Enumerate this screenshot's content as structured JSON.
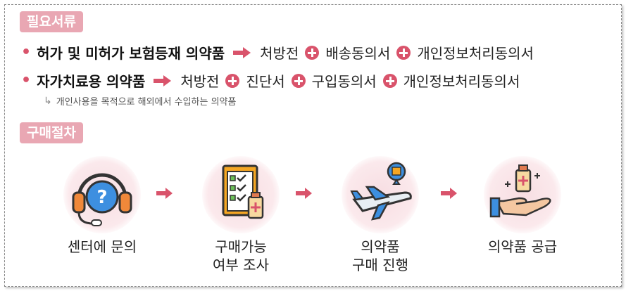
{
  "sections": {
    "required": {
      "tag": "필요서류"
    },
    "procedure": {
      "tag": "구매절차"
    }
  },
  "rows": [
    {
      "title": "허가 및 미허가 보험등재 의약품",
      "docs": [
        "처방전",
        "배송동의서",
        "개인정보처리동의서"
      ]
    },
    {
      "title": "자가치료용 의약품",
      "docs": [
        "처방전",
        "진단서",
        "구입동의서",
        "개인정보처리동의서"
      ]
    }
  ],
  "note": "개인사용을 목적으로 해외에서 수입하는 의약품",
  "steps": [
    {
      "line1": "센터에 문의",
      "line2": "",
      "icon": "headset-question-icon"
    },
    {
      "line1": "구매가능",
      "line2": "여부 조사",
      "icon": "checklist-icon"
    },
    {
      "line1": "의약품",
      "line2": "구매 진행",
      "icon": "airplane-icon"
    },
    {
      "line1": "의약품 공급",
      "line2": "",
      "icon": "hand-medicine-icon"
    }
  ],
  "colors": {
    "accent": "#d9536b",
    "tag_bg": "#e9a7b3",
    "blob": "#f7dde2"
  }
}
